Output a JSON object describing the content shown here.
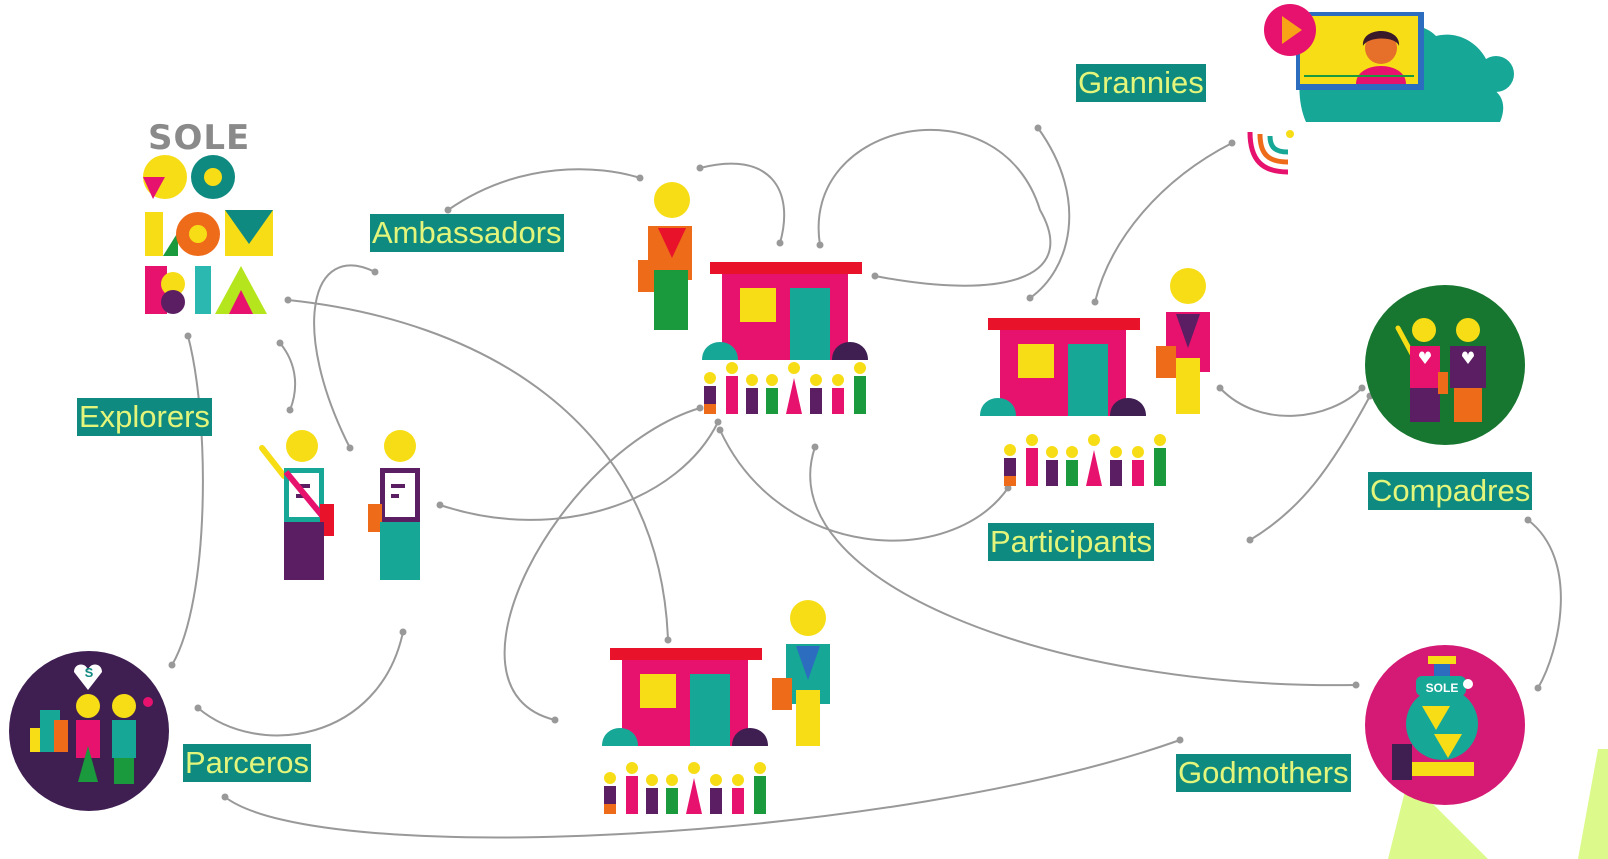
{
  "logo": {
    "top_text": "SOLE",
    "letters": [
      "CO",
      "LOM",
      "BIA"
    ]
  },
  "labels": {
    "grannies": "Grannies",
    "ambassadors": "Ambassadors",
    "explorers": "Explorers",
    "participants": "Participants",
    "compadres": "Compadres",
    "parceros": "Parceros",
    "godmothers": "Godmothers"
  },
  "badges": {
    "parceros_heart": "S",
    "godmothers_sign": "SOLE"
  },
  "colors": {
    "teal": "#0f8a80",
    "label_text": "#e3f57a",
    "magenta": "#e6126e",
    "yellow": "#f7dd16",
    "green": "#1a9a3c",
    "purple": "#5b1e63",
    "orange": "#ee6b1a",
    "red": "#e8132b",
    "dark_green": "#17762f",
    "dark_purple": "#3f1f52",
    "lime": "#dcfa8c",
    "line": "#999999"
  },
  "icons": [
    "sole-colombia-logo",
    "school-building-icon",
    "teacher-icon",
    "student-group-icon",
    "video-call-icon",
    "wifi-signal-icon",
    "cloud-icon",
    "community-circle-icon",
    "partners-circle-icon",
    "donation-jar-icon",
    "explorer-icon"
  ]
}
